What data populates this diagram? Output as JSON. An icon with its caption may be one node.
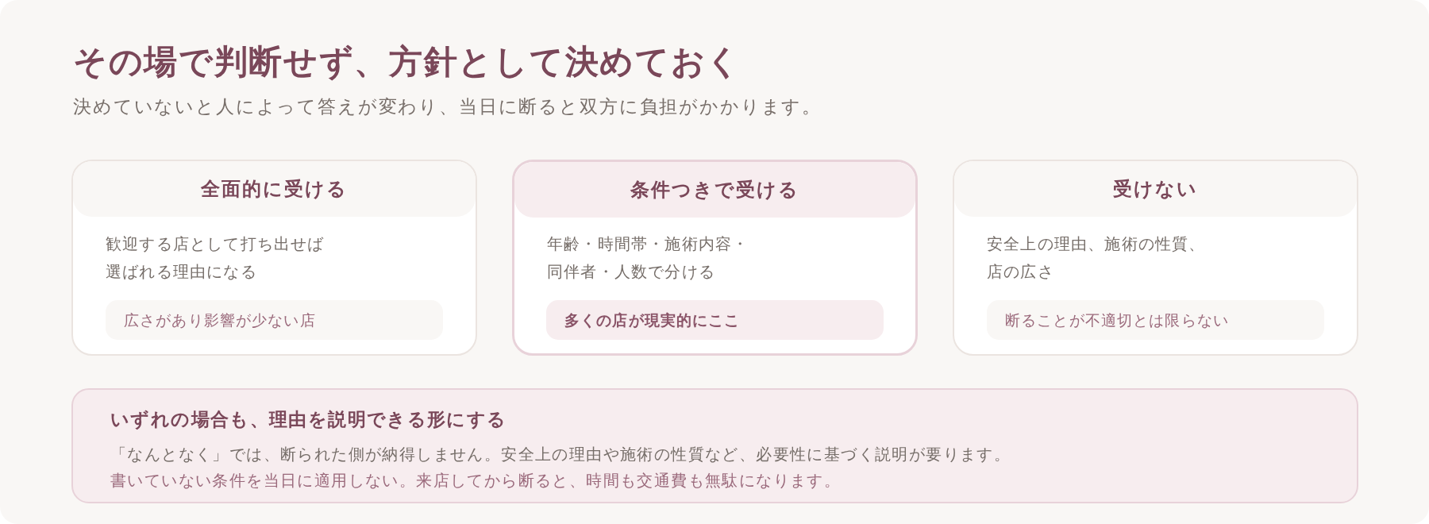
{
  "diagram": {
    "title": "その場で判断せず、方針として決めておく",
    "nodes": [
      {
        "text": [
          "全面的に受ける",
          "歓迎する店として打ち出せば選ばれる理由になる"
        ]
      },
      {
        "text": [
          "広さがあり影響が少ない店"
        ],
        "in": 0
      },
      {
        "text": [
          "条件つきで受ける",
          "年齢・時間帯・施術内容・同伴者・人数で分ける"
        ]
      },
      {
        "text": [
          "多くの店が現実的にここ"
        ],
        "in": 2
      },
      {
        "text": [
          "受けない",
          "安全上の理由、施術の性質、店の広さ"
        ]
      },
      {
        "text": [
          "断ることが不適切とは限らない"
        ],
        "in": 4
      },
      {
        "text": [
          "いずれの場合も、理由を説明できる形にする",
          "「なんとなく」では、断られた側が納得しません。安全上の理由や施術の性質など、必要性に基づく説明が要ります。",
          "書いていない条件を当日に適用しない。来店してから断ると、時間も交通費も無駄になります。"
        ]
      }
    ],
    "labels": [
      "決めていないと人によって答えが変わり、当日に断ると双方に負担がかかります。"
    ]
  }
}
